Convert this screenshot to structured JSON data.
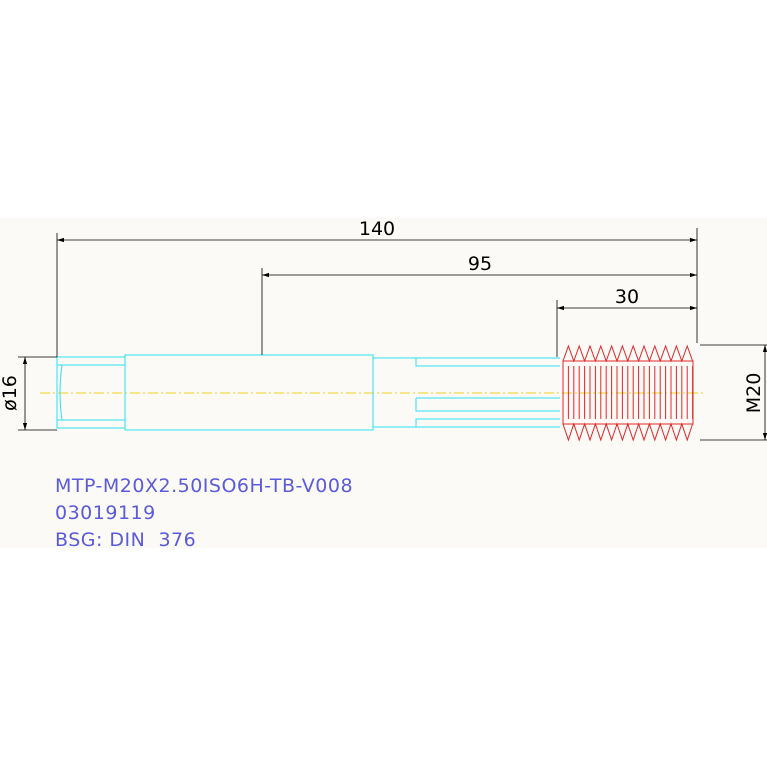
{
  "dimensions": {
    "overall_length": "140",
    "shank_length": "95",
    "thread_length": "30",
    "shank_diameter": "ø16",
    "thread_size": "M20"
  },
  "designation": {
    "part_code": "MTP-M20X2.50ISO6H-TB-V008",
    "article_number": "03019119",
    "standard": "BSG: DIN  376"
  },
  "colors": {
    "panel_background": "#fbfaf6",
    "dimension_lines": "#000000",
    "outline": "#2ee0f0",
    "centerline": "#f0d020",
    "thread": "#e02828",
    "label_text": "#5a5adc"
  }
}
